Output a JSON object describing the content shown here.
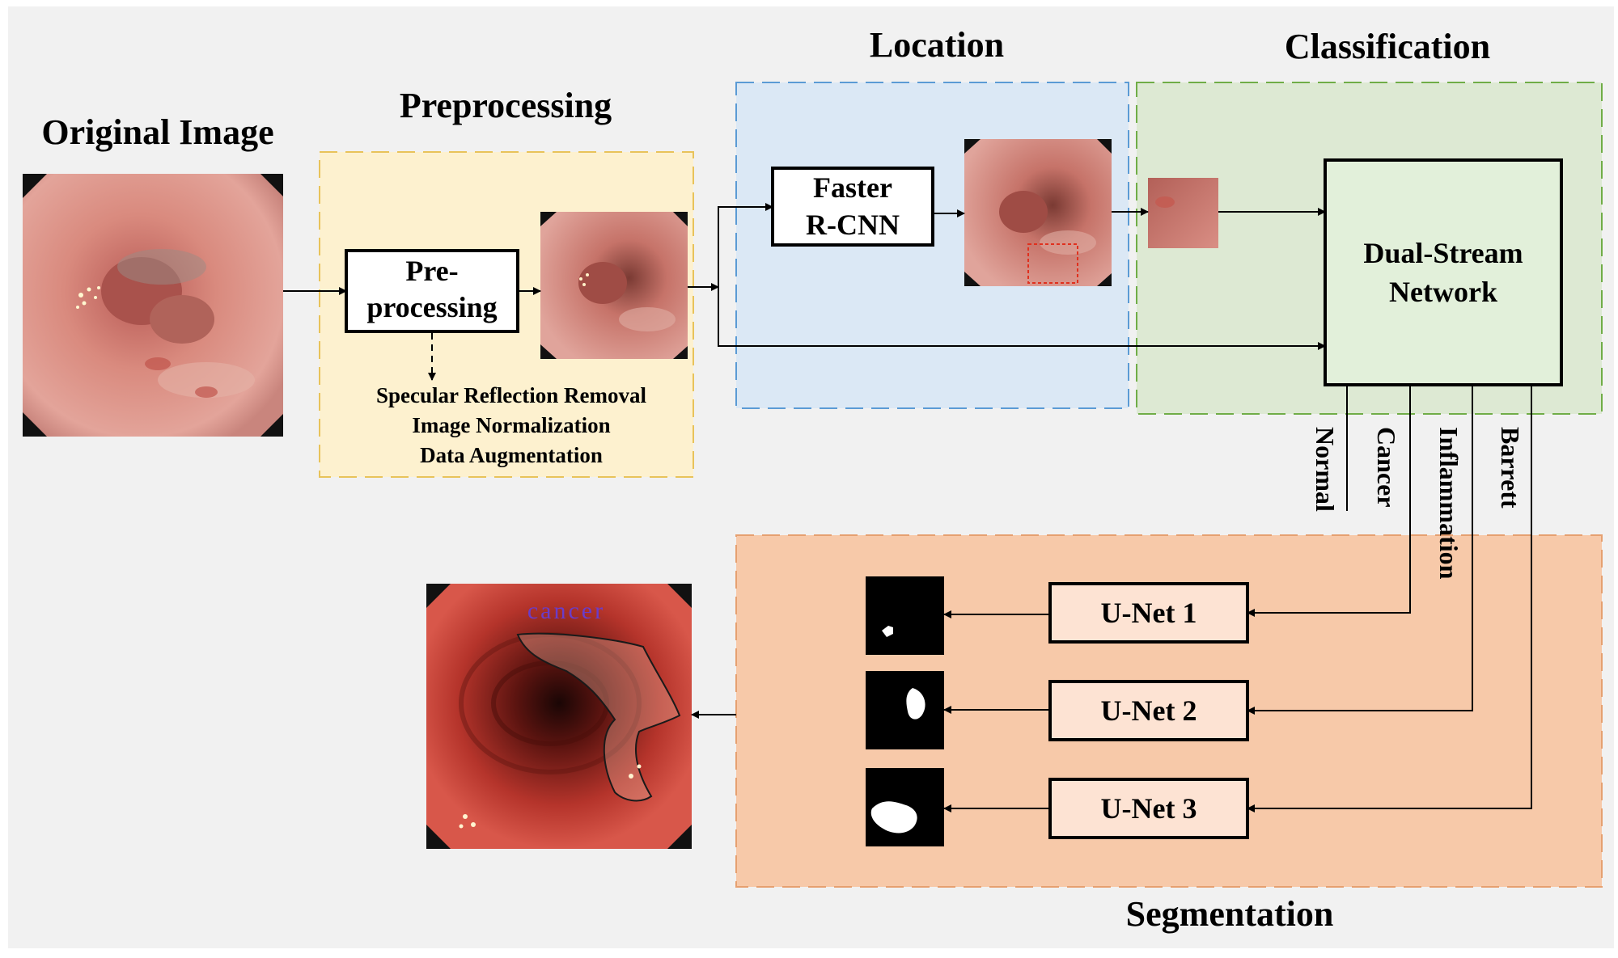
{
  "titles": {
    "original": "Original Image",
    "preprocessing": "Preprocessing",
    "location": "Location",
    "classification": "Classification",
    "segmentation": "Segmentation"
  },
  "boxes": {
    "preprocessing_line1": "Pre-",
    "preprocessing_line2": "processing",
    "faster_line1": "Faster",
    "faster_line2": "R-CNN",
    "dual_line1": "Dual-Stream",
    "dual_line2": "Network",
    "unet1": "U-Net 1",
    "unet2": "U-Net 2",
    "unet3": "U-Net 3"
  },
  "preprocessing_steps": [
    "Specular Reflection Removal",
    "Image Normalization",
    "Data Augmentation"
  ],
  "classes": [
    "Normal",
    "Cancer",
    "Inflammation",
    "Barrett"
  ],
  "result_label": "cancer",
  "colors": {
    "preprocessing_bg": "#fdf1cf",
    "preprocessing_border": "#e8c35a",
    "location_bg": "#dbe8f5",
    "location_border": "#5b9bd5",
    "classification_bg": "#dde9d3",
    "classification_border": "#70ad47",
    "segmentation_bg": "#f7c9a9",
    "segmentation_border": "#e6a070",
    "result_label": "#6a3cc9"
  }
}
